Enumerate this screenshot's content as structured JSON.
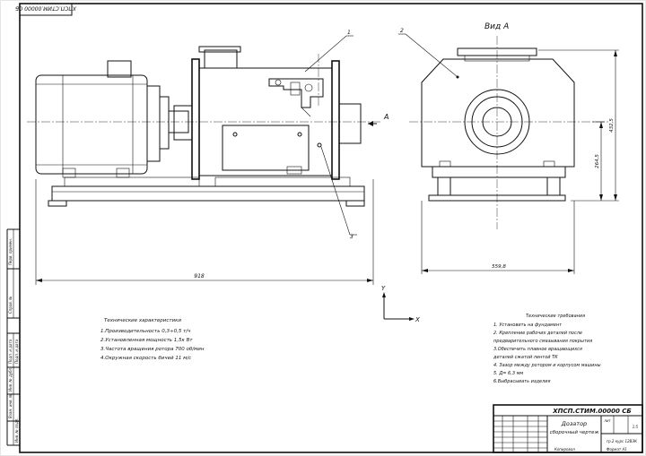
{
  "drawing": {
    "top_stamp": "ХПСП.СТИМ.00000 СБ",
    "view_label": "Вид А",
    "arrow_label": "А",
    "callouts": [
      "1",
      "2",
      "3"
    ],
    "dimensions": {
      "overall_length": "918",
      "width": "559,8",
      "height": "432,5",
      "axis_height": "264,5"
    },
    "axes": {
      "x": "X",
      "y": "Y"
    }
  },
  "specs": {
    "title": "Технические характеристики",
    "lines": [
      "1.Производительность 0,3÷0,5 т/ч",
      "2.Установленная мощность 1,5к Вт",
      "3.Частота вращения ротора 700 об/мин",
      "4.Окружная скорость бичей 11 м/с"
    ]
  },
  "requirements": {
    "title": "Технические требования",
    "lines": [
      "1. Установить на фундамент",
      "2. Крепление рабочих деталей после",
      "предварительного смазывания покрытия",
      "3.Обеспечить плавное вращающихся",
      "деталей сжатой лентой ТК",
      "4. Зазор между ротором и корпусом машины",
      "5. Д= 6,3 мм",
      "6.Выбрасывать изделия"
    ]
  },
  "titleblock": {
    "code": "ХПСП.СТИМ.00000 СБ",
    "name1": "Дозатор",
    "name2": "сборочный чертеж",
    "sheet": "ЛИТ",
    "scale": "1:5",
    "org": "гр.2 курс 12ВЭК",
    "copied": "Копировал",
    "format": "Формат А1"
  },
  "side_boxes": [
    "Перв. примен.",
    "Справ. №",
    "Подп. и дата",
    "Инв. № дубл.",
    "Взам. инв. №",
    "Подп. и дата",
    "Инв. № подл."
  ]
}
